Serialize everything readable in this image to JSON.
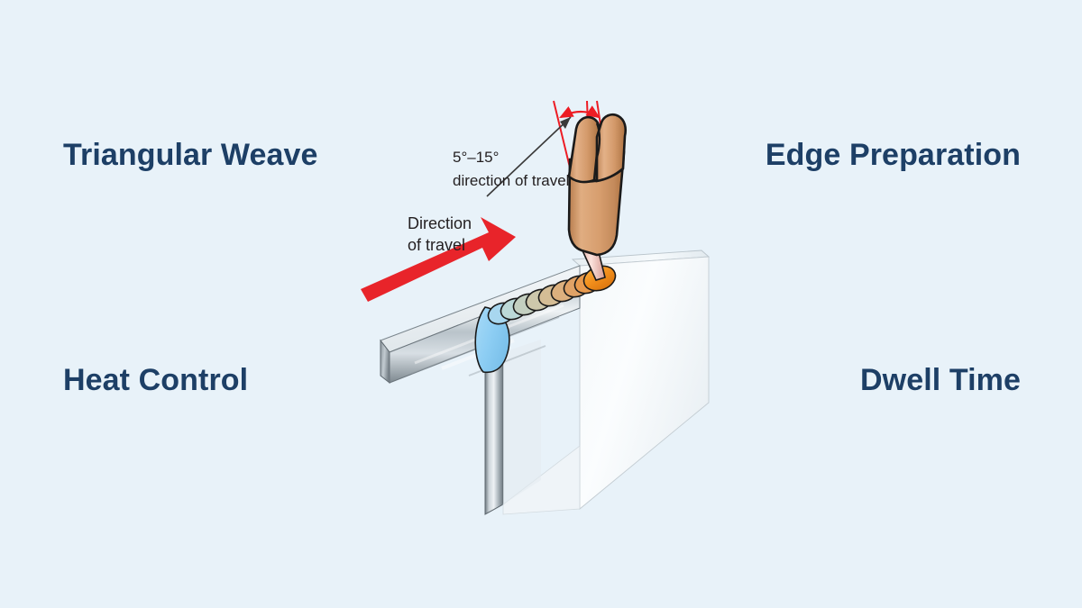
{
  "page": {
    "background_color": "#e8f2f9",
    "label_color": "#1d3f66"
  },
  "corner_labels": {
    "top_left": "Triangular Weave",
    "top_right": "Edge Preparation",
    "bottom_left": "Heat Control",
    "bottom_right": "Dwell Time"
  },
  "illustration": {
    "name": "fillet-weld-torch-angle-diagram",
    "annotations": {
      "angle_range": "5°–15°",
      "angle_caption": "direction of travel",
      "travel_line1": "Direction",
      "travel_line2": "of travel"
    },
    "colors": {
      "arrow_red": "#e8242a",
      "reference_line_red": "#ed1c24",
      "electrode_holder": "#d29b6e",
      "electrode_holder_shadow": "#b47c4f",
      "weld_pool_hot": "#f2921d",
      "weld_bead_warm": "#d9a566",
      "weld_bead_mid": "#cdc3a5",
      "weld_bead_cool": "#b9cfc4",
      "weld_root_blue": "#8ecdf2",
      "plate_steel_light": "#f3f6f8",
      "plate_steel_dark": "#6f7b84",
      "outline": "#1a1a1a"
    }
  }
}
